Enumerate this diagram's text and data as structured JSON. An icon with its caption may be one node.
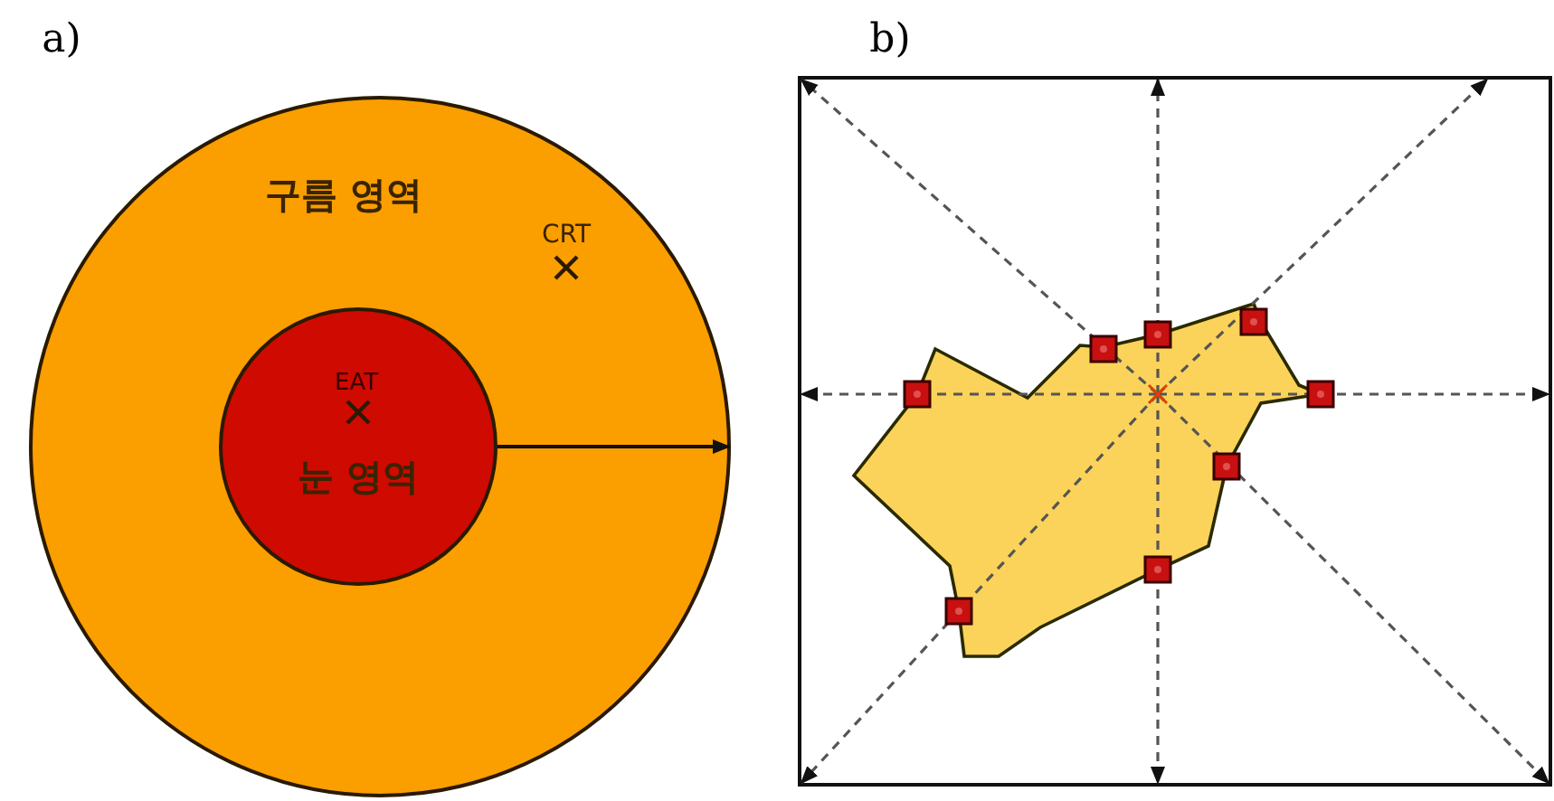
{
  "diagram": {
    "nodes": [
      {
        "text": [
          "구름 영역"
        ]
      },
      {
        "text": [
          "눈 영역"
        ],
        "in": 0
      }
    ],
    "edges": [
      {
        "from": 1,
        "to": 0,
        "arrow": "to"
      }
    ],
    "labels": [
      "a)",
      "b)",
      "CRT",
      "EAT"
    ]
  }
}
